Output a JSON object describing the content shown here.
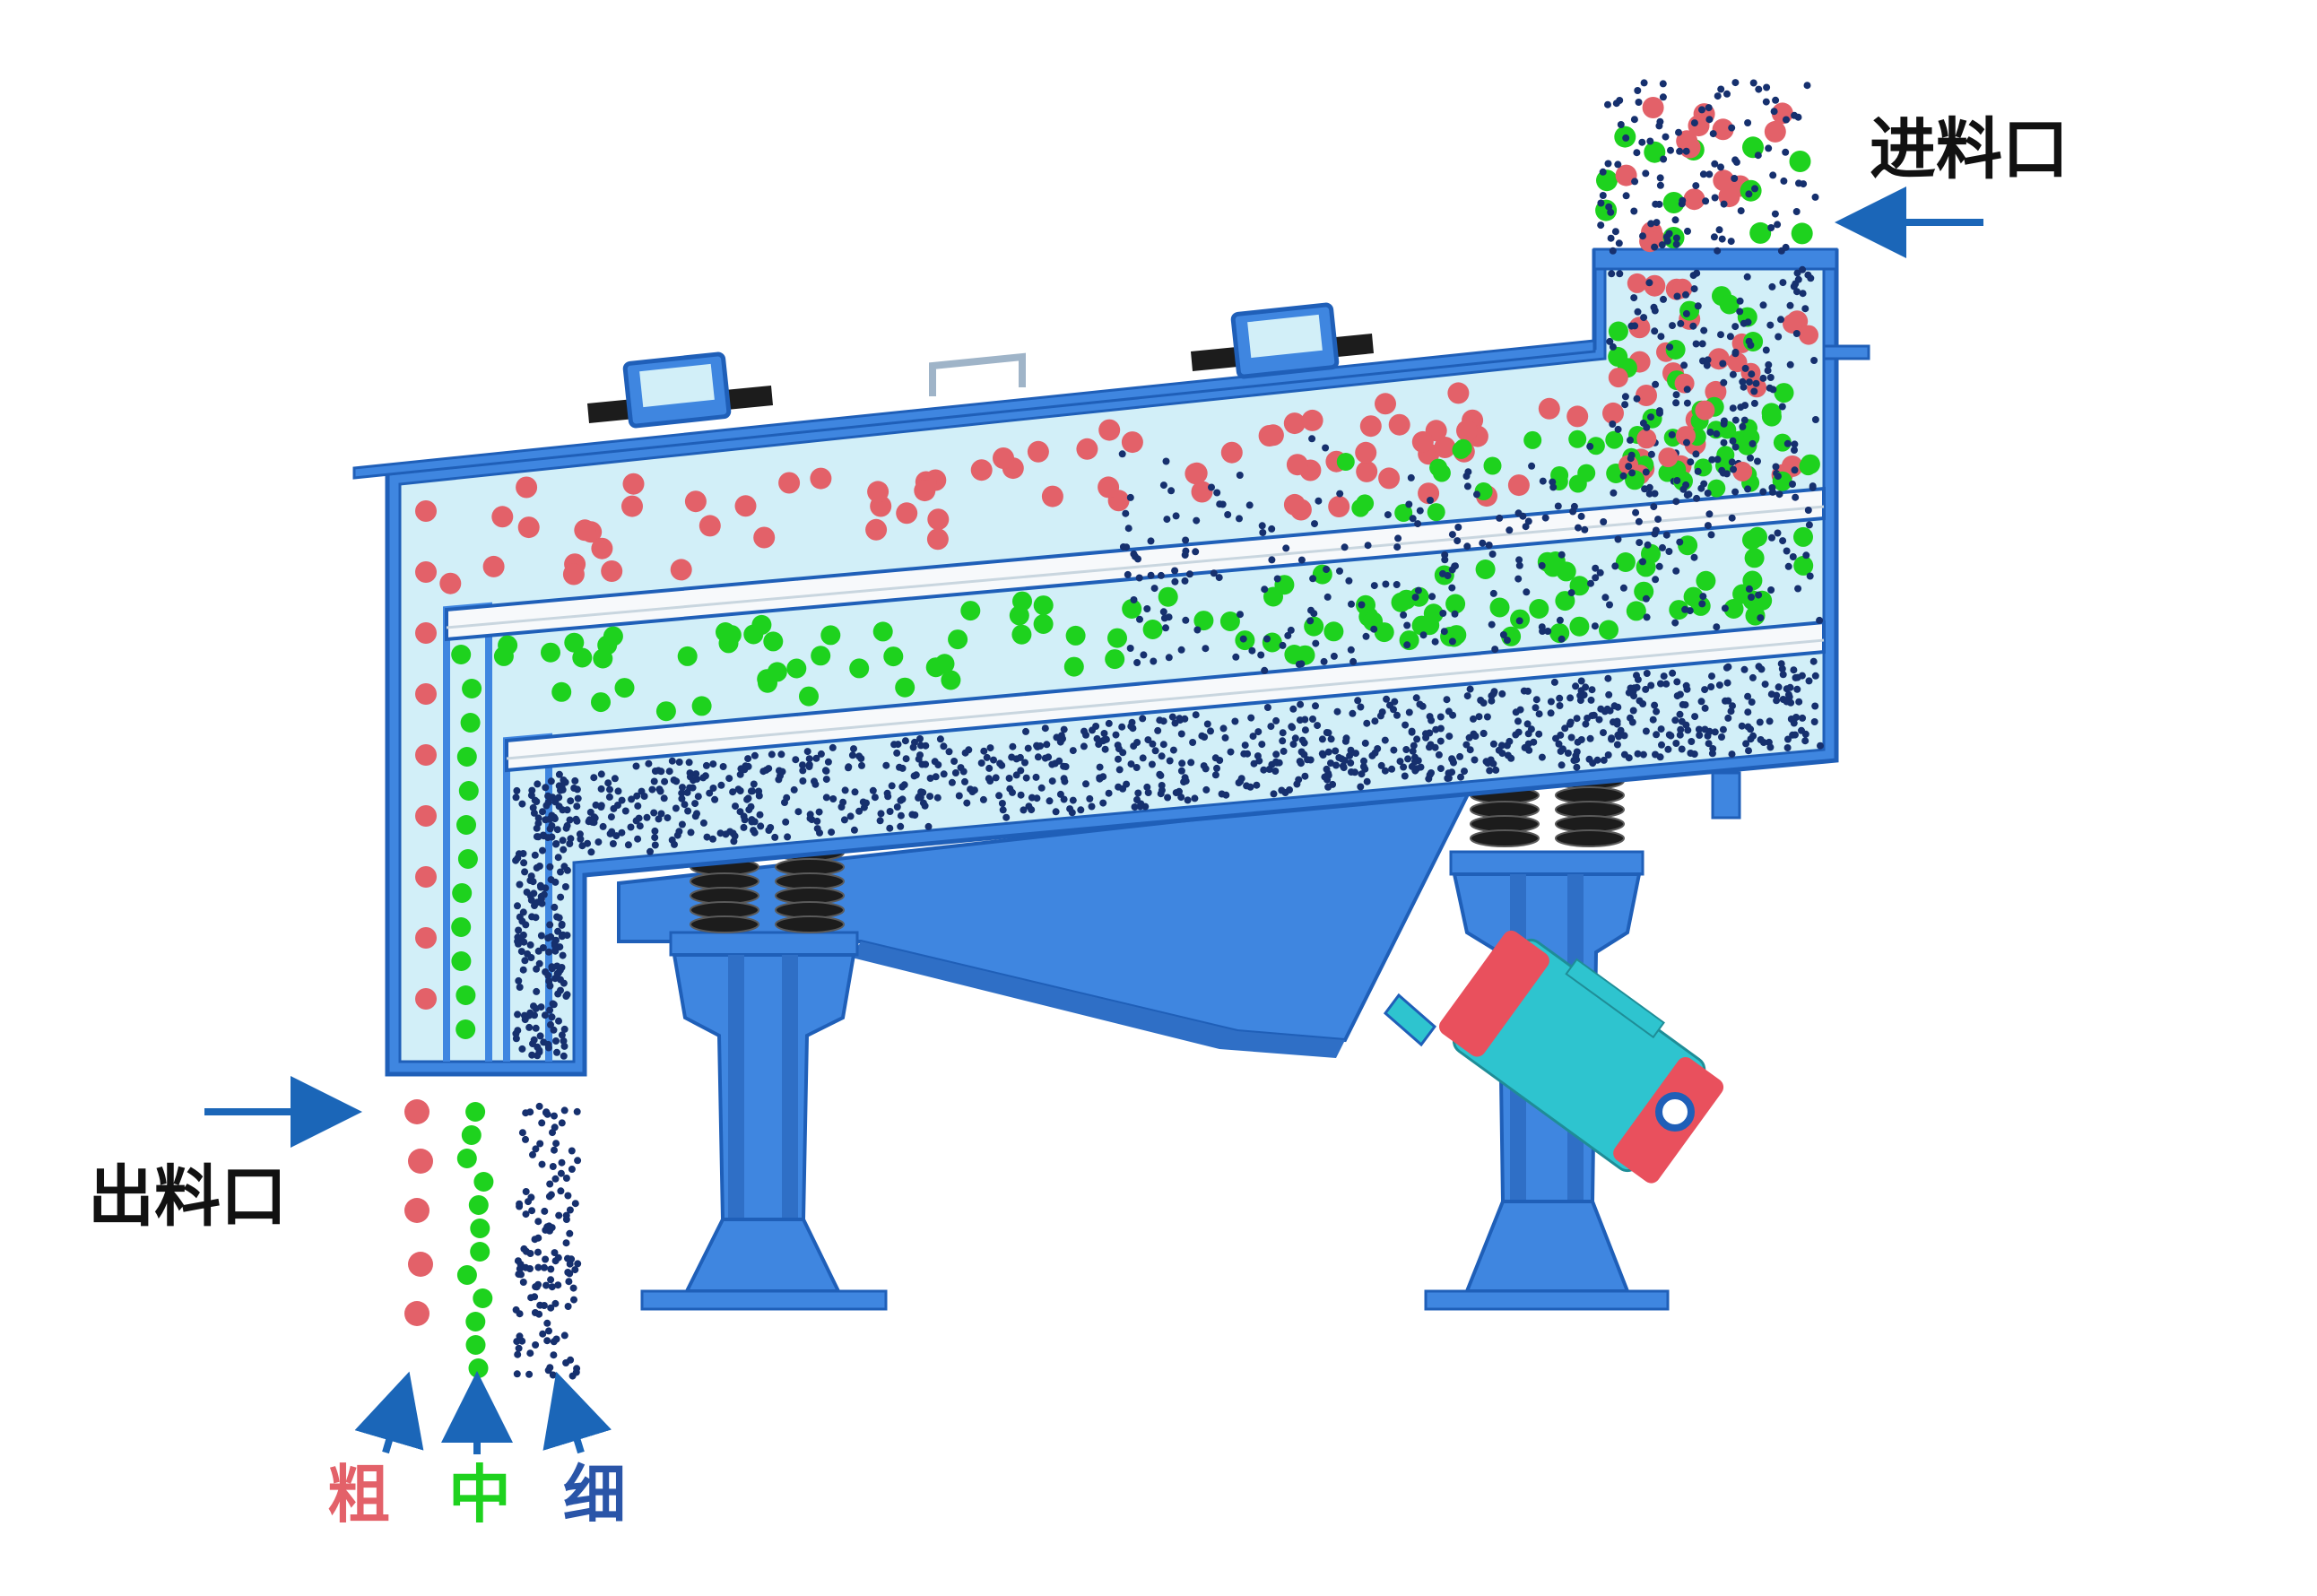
{
  "labels": {
    "inlet": "进料口",
    "outlet": "出料口",
    "coarse": "粗",
    "medium": "中",
    "fine": "细"
  },
  "colors": {
    "machine": "#3f86e0",
    "machine_dark": "#2f6fc6",
    "outline": "#1f5fb8",
    "interior": "#d2eff8",
    "screen_deck": "#f7f9fb",
    "coarse": "#e36169",
    "medium": "#1ed21e",
    "fine": "#16306e",
    "arrow": "#1b66b8",
    "spring": "#1c1c1c",
    "motor_red": "#e9505d",
    "motor_cyan": "#2ec4cf",
    "label_text": "#111111"
  },
  "icons": [
    "inlet-arrow-icon",
    "outlet-arrow-icon",
    "coarse-arrow-icon",
    "medium-arrow-icon",
    "fine-arrow-icon"
  ]
}
